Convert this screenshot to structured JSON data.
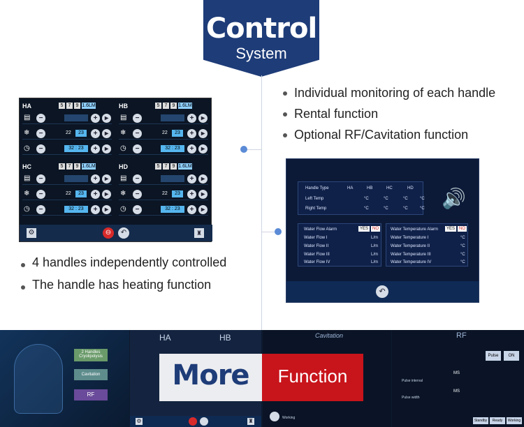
{
  "header": {
    "title": "Control",
    "subtitle": "System"
  },
  "right_bullets": [
    "Individual monitoring of each handle",
    "Rental function",
    "Optional RF/Cavitation function"
  ],
  "left_bullets": [
    "4 handles independently controlled",
    "The handle has heating function"
  ],
  "handles_panel": {
    "quads": [
      {
        "name": "HA",
        "nums": [
          "5",
          "7",
          "9"
        ],
        "lm": "1.6LM",
        "temp_set": "22",
        "temp_box": "23",
        "time": "32 : 23"
      },
      {
        "name": "HB",
        "nums": [
          "5",
          "7",
          "9"
        ],
        "lm": "1.6LM",
        "temp_set": "22",
        "temp_box": "23",
        "time": "32 : 23"
      },
      {
        "name": "HC",
        "nums": [
          "5",
          "7",
          "9"
        ],
        "lm": "1.6LM",
        "temp_set": "22",
        "temp_box": "23",
        "time": "32 : 23"
      },
      {
        "name": "HD",
        "nums": [
          "5",
          "7",
          "9"
        ],
        "lm": "1.6LM",
        "temp_set": "22",
        "temp_box": "23",
        "time": "32 : 23"
      }
    ]
  },
  "monitor_panel": {
    "table_headers": [
      "Handle Type",
      "HA",
      "HB",
      "HC",
      "HD"
    ],
    "rows": [
      {
        "label": "Left Temp",
        "unit": "°C"
      },
      {
        "label": "Right Temp",
        "unit": "°C"
      }
    ],
    "water_flow": {
      "alarm": "Water Flow Alarm",
      "yes": "YES",
      "no": "NO",
      "items": [
        "Water Flow I",
        "Water Flow II",
        "Water Flow III",
        "Water Flow IV"
      ],
      "unit": "L/m"
    },
    "water_temp": {
      "alarm": "Water Temperature Alarm",
      "yes": "YES",
      "no": "NO",
      "items": [
        "Water Temperature I",
        "Water Temperature II",
        "Water Temperature III",
        "Water Temperature IV"
      ],
      "unit": "°C"
    }
  },
  "strip": {
    "handles_btn": "2 Handles Cryolipolysis",
    "cavitation_btn": "Cavitation",
    "rf_btn": "RF",
    "ha": "HA",
    "hb": "HB",
    "cav_title": "Cavitation",
    "rf_title": "RF",
    "pulse": "Pulse",
    "on": "ON",
    "ms": "MS",
    "pulse_interval": "Pulse interval",
    "pulse_width": "Pulse width",
    "working": "Working",
    "standby": "Standby",
    "ready": "Ready"
  },
  "more": "More",
  "function": "Function",
  "colors": {
    "navy": "#1e3c78",
    "red": "#c8141b",
    "panel": "#0b1524"
  }
}
